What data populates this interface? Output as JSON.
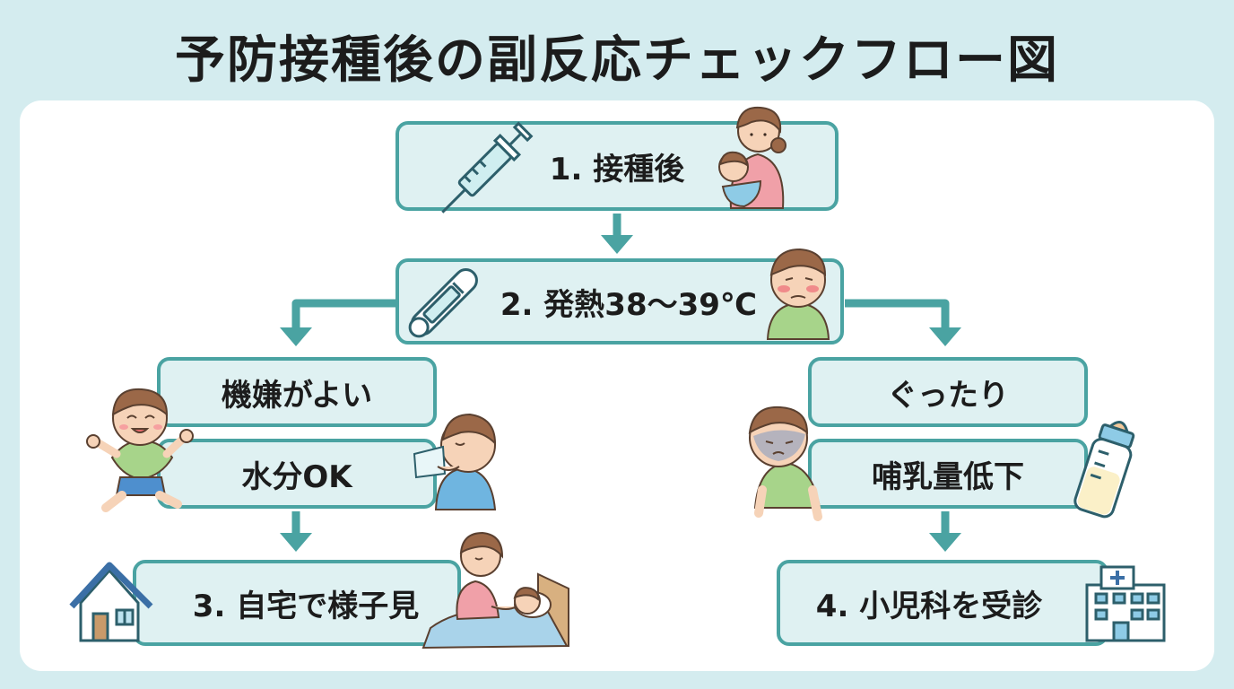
{
  "title": "予防接種後の副反応チェックフロー図",
  "steps": {
    "step1": "1. 接種後",
    "step2": "2. 発熱38〜39℃",
    "good_mood": "機嫌がよい",
    "hydration_ok": "水分OK",
    "step3": "3. 自宅で様子見",
    "listless": "ぐったり",
    "feeding_down": "哺乳量低下",
    "step4": "4. 小児科を受診"
  },
  "colors": {
    "background": "#d4ecef",
    "box_fill": "#dff1f2",
    "box_border": "#4aa3a2",
    "arrow": "#4aa3a2"
  },
  "icons": [
    "syringe-icon",
    "mother-baby-icon",
    "thermometer-icon",
    "feverish-child-icon",
    "happy-child-icon",
    "drinking-child-icon",
    "house-icon",
    "sleeping-child-icon",
    "tired-child-icon",
    "baby-bottle-icon",
    "hospital-icon"
  ]
}
